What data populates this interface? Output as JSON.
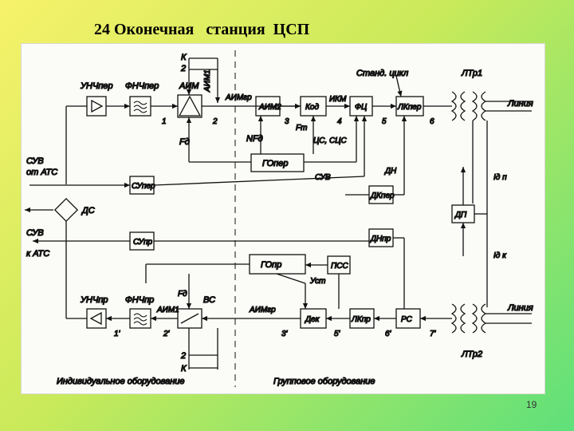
{
  "slide": {
    "title": "24 Оконечная   станция  ЦСП",
    "page_number": "19"
  },
  "labels": {
    "unch_per": "УНЧпер",
    "fnch_per": "ФНЧпер",
    "aim": "АИМ",
    "aim1": "АИМ1",
    "aim_gr_top": "АИМгр",
    "aim2": "АИМ2",
    "kod": "Код",
    "ikm": "ИКМ",
    "fc": "ФЦ",
    "lk_per": "ЛКпер",
    "stand_cikl": "Станд. цикл",
    "ltr1": "ЛТр1",
    "liniya_top": "Линия",
    "fd": "Fд",
    "nfd": "NFд",
    "ft": "Fт",
    "cs_scs": "ЦС, СЦС",
    "go_per": "ГОпер",
    "suv_right": "СУВ",
    "dn": "ДН",
    "dk_per": "ДКпер",
    "suv_ot_ats_1": "СУВ",
    "suv_ot_ats_2": "от АТС",
    "su_per": "СУпер",
    "ds": "ДС",
    "dp": "ДП",
    "id_p": "Iд п",
    "id_k": "Iд к",
    "suv_k_ats_1": "СУВ",
    "suv_k_ats_2": "к АТС",
    "su_pr": "СУпр",
    "go_pr": "ГОпр",
    "pss": "ПСС",
    "ust": "Уст",
    "dn_pr": "ДНпр",
    "unch_pr": "УНЧпр",
    "fnch_pr": "ФНЧпр",
    "aim1_pr": "АИМ1",
    "fd_pr": "Fд",
    "vs": "ВС",
    "aim_gr_bot": "АИМгр",
    "dek": "Дек",
    "lk_pr": "ЛКпр",
    "rs": "РС",
    "ltr2": "ЛТр2",
    "liniya_bot": "Линия",
    "k_top": "К",
    "two_top": "2",
    "k_bot": "К",
    "two_bot": "2",
    "n1": "1",
    "n2": "2",
    "n3": "3",
    "n4": "4",
    "n5": "5",
    "n6": "6",
    "n1p": "1'",
    "n2p": "2'",
    "n3p": "3'",
    "n5p": "5'",
    "n6p": "6'",
    "n7p": "7'",
    "indiv": "Индивидуальное оборудование",
    "group": "Групповое оборудование"
  }
}
